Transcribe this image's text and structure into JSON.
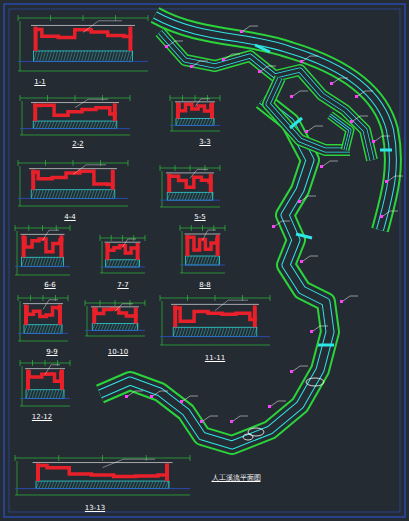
{
  "diagram": {
    "title": "人工溪流平面图",
    "labels": [
      "1-1",
      "2-2",
      "3-3",
      "4-4",
      "5-5",
      "6-6",
      "7-7",
      "8-8",
      "9-9",
      "10-10",
      "11-11",
      "12-12",
      "13-13"
    ]
  }
}
